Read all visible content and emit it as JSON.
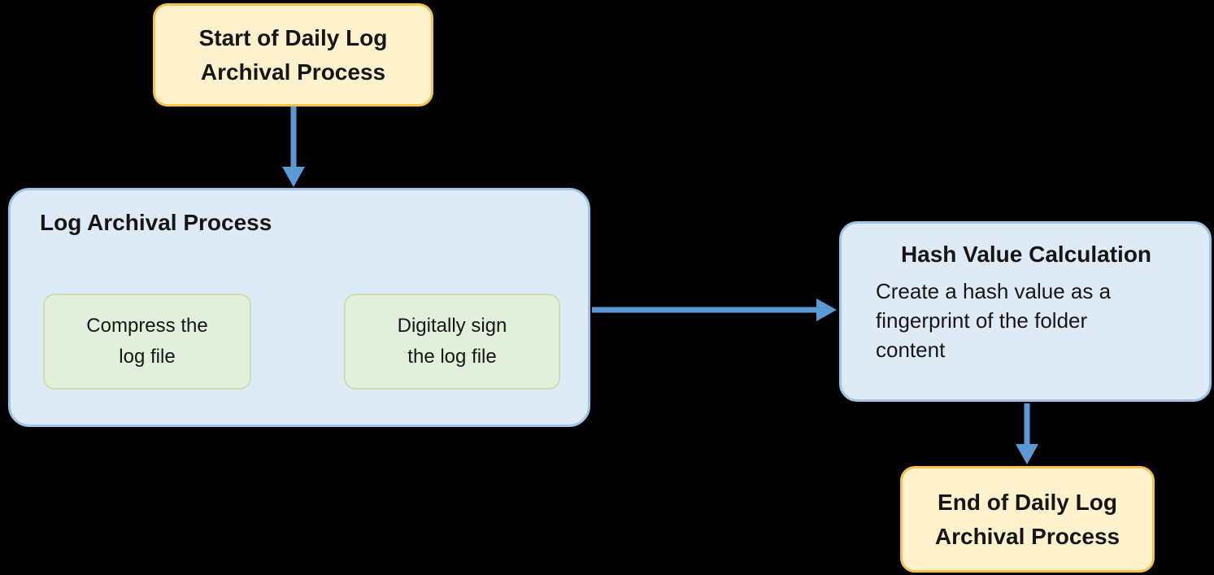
{
  "diagram": {
    "nodes": {
      "start": {
        "label": "Start of Daily Log\nArchival Process"
      },
      "log_archival": {
        "title": "Log Archival Process",
        "steps": [
          {
            "label": "Compress the\nlog file"
          },
          {
            "label": "Digitally sign\nthe log file"
          }
        ]
      },
      "hash": {
        "title": "Hash Value Calculation",
        "description": "Create a hash value as a\nfingerprint of the folder\ncontent"
      },
      "end": {
        "label": "End of Daily Log\nArchival Process"
      }
    },
    "colors": {
      "background": "#000000",
      "text": "#161616",
      "arrow": "#5B9BD5",
      "terminal_fill": "#FFF2CC",
      "terminal_border": "#F2C24D",
      "container_fill": "#DEEBF7",
      "container_border": "#9DC3E6",
      "step_fill": "#E2EFDA",
      "step_border": "#C5E0B4"
    }
  }
}
